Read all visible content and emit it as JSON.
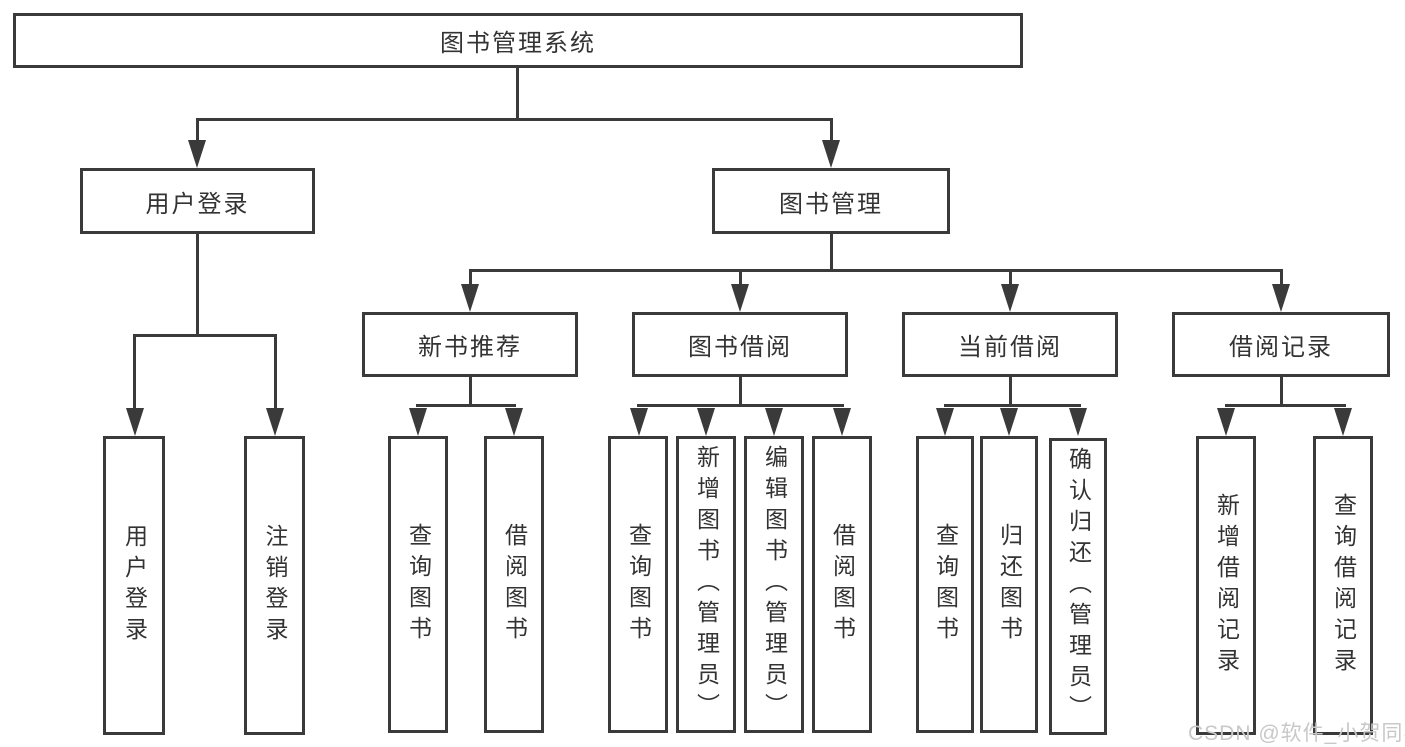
{
  "diagram": {
    "type": "hierarchy-tree",
    "watermark": "CSDN @软件_小贺同学",
    "colors": {
      "line": "#3a3a3a",
      "text": "#333333",
      "box_background": "#ffffff",
      "watermark": "#c8c8c8"
    },
    "nodes": {
      "root": {
        "label": "图书管理系统",
        "parent": null
      },
      "user_login": {
        "label": "用户登录",
        "parent": "root"
      },
      "book_mgmt": {
        "label": "图书管理",
        "parent": "root"
      },
      "new_book_rec": {
        "label": "新书推荐",
        "parent": "book_mgmt"
      },
      "book_borrow": {
        "label": "图书借阅",
        "parent": "book_mgmt"
      },
      "current_borrow": {
        "label": "当前借阅",
        "parent": "book_mgmt"
      },
      "borrow_record": {
        "label": "借阅记录",
        "parent": "book_mgmt"
      },
      "leaf_user_login": {
        "label": "用户登录",
        "parent": "user_login"
      },
      "leaf_logout": {
        "label": "注销登录",
        "parent": "user_login"
      },
      "leaf_nbr_query": {
        "label": "查询图书",
        "parent": "new_book_rec"
      },
      "leaf_nbr_borrow": {
        "label": "借阅图书",
        "parent": "new_book_rec"
      },
      "leaf_bb_query": {
        "label": "查询图书",
        "parent": "book_borrow"
      },
      "leaf_bb_add": {
        "label": "新增图书（管理员）",
        "parent": "book_borrow"
      },
      "leaf_bb_edit": {
        "label": "编辑图书（管理员）",
        "parent": "book_borrow"
      },
      "leaf_bb_borrow": {
        "label": "借阅图书",
        "parent": "book_borrow"
      },
      "leaf_cb_query": {
        "label": "查询图书",
        "parent": "current_borrow"
      },
      "leaf_cb_return": {
        "label": "归还图书",
        "parent": "current_borrow"
      },
      "leaf_cb_confirm": {
        "label": "确认归还（管理员）",
        "parent": "current_borrow"
      },
      "leaf_br_add": {
        "label": "新增借阅记录",
        "parent": "borrow_record"
      },
      "leaf_br_query": {
        "label": "查询借阅记录",
        "parent": "borrow_record"
      }
    }
  }
}
